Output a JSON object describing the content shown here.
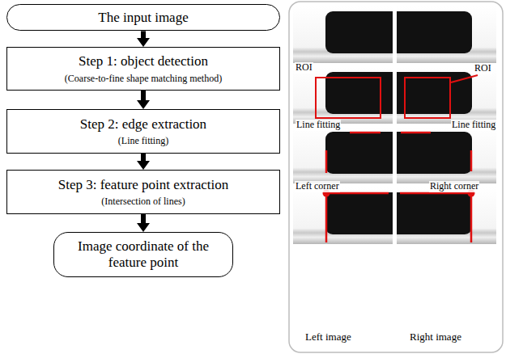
{
  "diagram": {
    "nodes": [
      {
        "text": [
          "The input image"
        ]
      },
      {
        "text": [
          "Step 1: object detection",
          "(Coarse-to-fine shape matching method)"
        ]
      },
      {
        "text": [
          "Step 2: edge extraction",
          "(Line fitting)"
        ]
      },
      {
        "text": [
          "Step 3: feature point extraction",
          "(Intersection of lines)"
        ]
      },
      {
        "text": [
          "Image coordinate of the feature point"
        ]
      }
    ],
    "edges": [
      {
        "from": 0,
        "to": 1,
        "arrow": "to"
      },
      {
        "from": 1,
        "to": 2,
        "arrow": "to"
      },
      {
        "from": 2,
        "to": 3,
        "arrow": "to"
      },
      {
        "from": 3,
        "to": 4,
        "arrow": "to"
      }
    ],
    "labels": [
      "ROI",
      "ROI",
      "Line fitting",
      "Line fitting",
      "Left corner",
      "Right corner",
      "Left image",
      "Right image"
    ]
  }
}
